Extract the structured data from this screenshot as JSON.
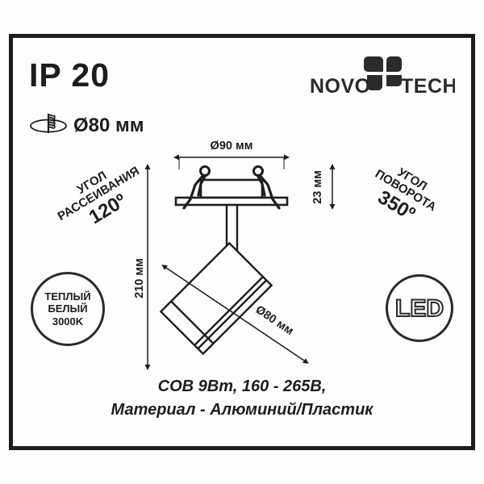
{
  "product_sheet": {
    "ip_rating": "IP 20",
    "recess": {
      "icon": "hole-saw-icon",
      "size_label": "Ø80 мм"
    },
    "brand": {
      "name": "NOVOTECH",
      "name_left": "NOVO",
      "name_right": "TECH",
      "mark": "pinwheel-mark"
    },
    "drawing": {
      "dim_top_label": "Ø90 мм",
      "dim_height_label": "210 мм",
      "dim_recess_depth_label": "23 мм",
      "dim_cylinder_label": "Ø80 мм"
    },
    "badges": {
      "beam_angle": {
        "label_line1": "УГОЛ",
        "label_line2": "РАССЕИВАНИЯ",
        "value": "120º"
      },
      "rotation_angle": {
        "label_line1": "УГОЛ",
        "label_line2": "ПОВОРОТА",
        "value": "350º"
      },
      "color_temperature": {
        "line1": "ТЕПЛЫЙ",
        "line2": "БЕЛЫЙ",
        "line3": "3000K"
      },
      "light_source": {
        "text": "LED"
      }
    },
    "specs": {
      "line1": "COB 9Вт, 160 - 265В,",
      "line2": "Материал - Алюминий/Пластик"
    },
    "colors": {
      "ink": "#1d1d1d",
      "frame": "#1d1d1d",
      "background": "#fdfdfd"
    }
  }
}
